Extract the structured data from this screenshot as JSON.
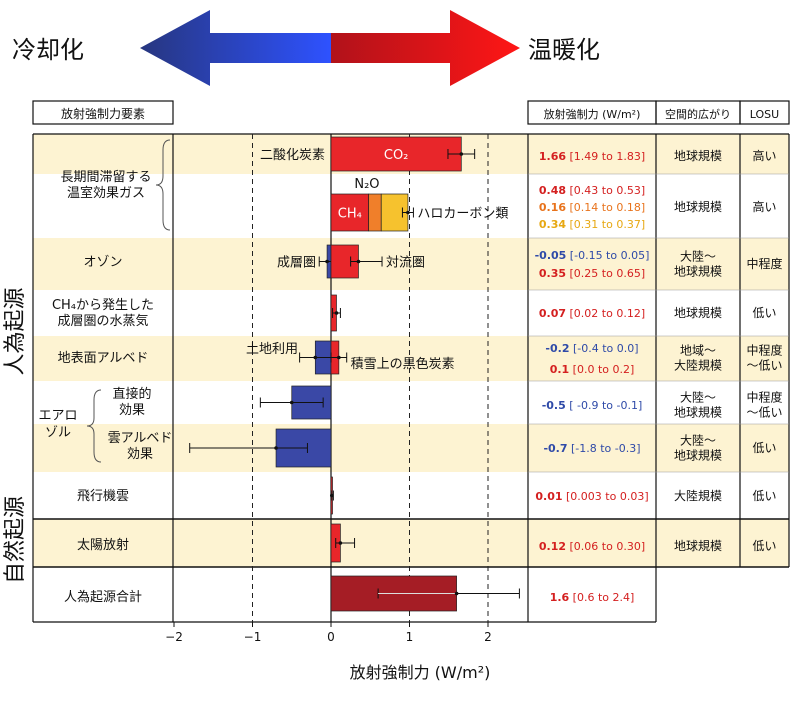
{
  "header": {
    "cooling_label": "冷却化",
    "warming_label": "温暖化"
  },
  "table_headers": {
    "component": "放射強制力要素",
    "rf": "放射強制力 (W/m²)",
    "scale": "空間的広がり",
    "losu": "LOSU"
  },
  "groups": {
    "anthropogenic": "人為起源",
    "natural": "自然起源"
  },
  "colors": {
    "bar_red": "#e8262a",
    "bar_blue": "#3a48a6",
    "bar_orange": "#f07f2a",
    "bar_yellow": "#f6c22e",
    "bar_total": "#a51d25",
    "band": "#fdf3d2",
    "text_red": "#d42020",
    "text_orange": "#e8731c",
    "text_yellow": "#e7a812",
    "text_blue": "#2f4aa8",
    "arrow_blue": "#2b3a9a",
    "arrow_red": "#ff1a1a"
  },
  "rows": [
    {
      "label": "長期間滞留する\n温室効果ガス",
      "scale": "地球規模",
      "losu": "高い",
      "band": true
    },
    {
      "label": "",
      "scale": "地球規模",
      "losu": "高い",
      "band": false
    },
    {
      "label": "オゾン",
      "scale": "大陸〜\n地球規模",
      "losu": "中程度",
      "band": true
    },
    {
      "label": "CH₄から発生した\n成層圏の水蒸気",
      "scale": "地球規模",
      "losu": "低い",
      "band": false
    },
    {
      "label": "地表面アルベド",
      "scale": "地域〜\n大陸規模",
      "losu": "中程度\n〜低い",
      "band": true
    },
    {
      "label": "直接的\n効果",
      "scale": "大陸〜\n地球規模",
      "losu": "中程度\n〜低い",
      "band": false
    },
    {
      "label": "雲アルベド\n効果",
      "scale": "大陸〜\n地球規模",
      "losu": "低い",
      "band": true
    },
    {
      "label": "飛行機雲",
      "scale": "大陸規模",
      "losu": "低い",
      "band": false
    },
    {
      "label": "太陽放射",
      "scale": "地球規模",
      "losu": "低い",
      "band": true
    },
    {
      "label": "人為起源合計",
      "scale": "",
      "losu": "",
      "band": false
    }
  ],
  "aerosol_label": "エアロ\nゾル",
  "values_text": [
    [
      {
        "v": "1.66",
        "r": "[1.49 to 1.83]",
        "c": "red"
      }
    ],
    [
      {
        "v": "0.48",
        "r": "[0.43 to 0.53]",
        "c": "red"
      },
      {
        "v": "0.16",
        "r": "[0.14 to 0.18]",
        "c": "orange"
      },
      {
        "v": "0.34",
        "r": "[0.31 to 0.37]",
        "c": "yellow"
      }
    ],
    [
      {
        "v": "-0.05",
        "r": "[-0.15 to 0.05]",
        "c": "blue"
      },
      {
        "v": "0.35",
        "r": "[0.25 to 0.65]",
        "c": "red"
      }
    ],
    [
      {
        "v": "0.07",
        "r": "[0.02 to 0.12]",
        "c": "red"
      }
    ],
    [
      {
        "v": "-0.2",
        "r": "[-0.4 to 0.0]",
        "c": "blue"
      },
      {
        "v": "0.1",
        "r": "[0.0 to 0.2]",
        "c": "red"
      }
    ],
    [
      {
        "v": "-0.5",
        "r": "[ -0.9 to -0.1]",
        "c": "blue"
      }
    ],
    [
      {
        "v": "-0.7",
        "r": "[-1.8 to -0.3]",
        "c": "blue"
      }
    ],
    [
      {
        "v": "0.01",
        "r": "[0.003 to 0.03]",
        "c": "red"
      }
    ],
    [
      {
        "v": "0.12",
        "r": "[0.06 to 0.30]",
        "c": "red"
      }
    ],
    [
      {
        "v": "1.6",
        "r": "[0.6 to 2.4]",
        "c": "total"
      }
    ]
  ],
  "chart_data": {
    "type": "bar",
    "orientation": "horizontal",
    "xlabel": "放射強制力 (W/m²)",
    "xlim": [
      -2,
      2.5
    ],
    "xticks": [
      -2,
      -1,
      0,
      1,
      2
    ],
    "xtick_labels": [
      "−2",
      "−1",
      "0",
      "1",
      "2"
    ],
    "gridlines": [
      -1,
      1,
      2
    ],
    "bars": [
      {
        "row": 0,
        "name": "CO₂",
        "start": 0,
        "value": 1.66,
        "err": [
          1.49,
          1.83
        ],
        "color": "red",
        "inner_label": "CO₂",
        "side_label": "二酸化炭素",
        "side": "left"
      },
      {
        "row": 1,
        "name": "CH₄",
        "start": 0,
        "value": 0.48,
        "color": "red",
        "inner_label": "CH₄"
      },
      {
        "row": 1,
        "name": "N₂O",
        "start": 0.48,
        "value": 0.16,
        "color": "orange",
        "top_label": "N₂O"
      },
      {
        "row": 1,
        "name": "ハロカーボン類",
        "start": 0.64,
        "value": 0.34,
        "err": [
          0.91,
          1.05
        ],
        "color": "yellow",
        "side_label": "ハロカーボン類",
        "side": "right"
      },
      {
        "row": 2,
        "name": "成層圏",
        "start": 0,
        "value": -0.05,
        "err": [
          -0.15,
          0.05
        ],
        "color": "blue",
        "side_label": "成層圏",
        "side": "left",
        "sub": "left"
      },
      {
        "row": 2,
        "name": "対流圏",
        "start": 0,
        "value": 0.35,
        "err": [
          0.25,
          0.65
        ],
        "color": "red",
        "side_label": "対流圏",
        "side": "right",
        "sub": "right"
      },
      {
        "row": 3,
        "name": "CH₄ 水蒸気",
        "start": 0,
        "value": 0.07,
        "err": [
          0.02,
          0.12
        ],
        "color": "red"
      },
      {
        "row": 4,
        "name": "土地利用",
        "start": 0,
        "value": -0.2,
        "err": [
          -0.4,
          0.0
        ],
        "color": "blue",
        "side_label": "土地利用",
        "side": "left",
        "sub": "top"
      },
      {
        "row": 4,
        "name": "積雪上の黒色炭素",
        "start": 0,
        "value": 0.1,
        "err": [
          0.0,
          0.2
        ],
        "color": "red",
        "side_label": "積雪上の黒色炭素",
        "side": "right",
        "sub": "bottom"
      },
      {
        "row": 5,
        "name": "直接的効果",
        "start": 0,
        "value": -0.5,
        "err": [
          -0.9,
          -0.1
        ],
        "color": "blue"
      },
      {
        "row": 6,
        "name": "雲アルベド効果",
        "start": 0,
        "value": -0.7,
        "err": [
          -1.8,
          -0.3
        ],
        "color": "blue"
      },
      {
        "row": 7,
        "name": "飛行機雲",
        "start": 0,
        "value": 0.01,
        "err": [
          0.003,
          0.03
        ],
        "color": "red"
      },
      {
        "row": 8,
        "name": "太陽放射",
        "start": 0,
        "value": 0.12,
        "err": [
          0.06,
          0.3
        ],
        "color": "red"
      },
      {
        "row": 9,
        "name": "人為起源合計",
        "start": 0,
        "value": 1.6,
        "err": [
          0.6,
          2.4
        ],
        "color": "total"
      }
    ]
  }
}
